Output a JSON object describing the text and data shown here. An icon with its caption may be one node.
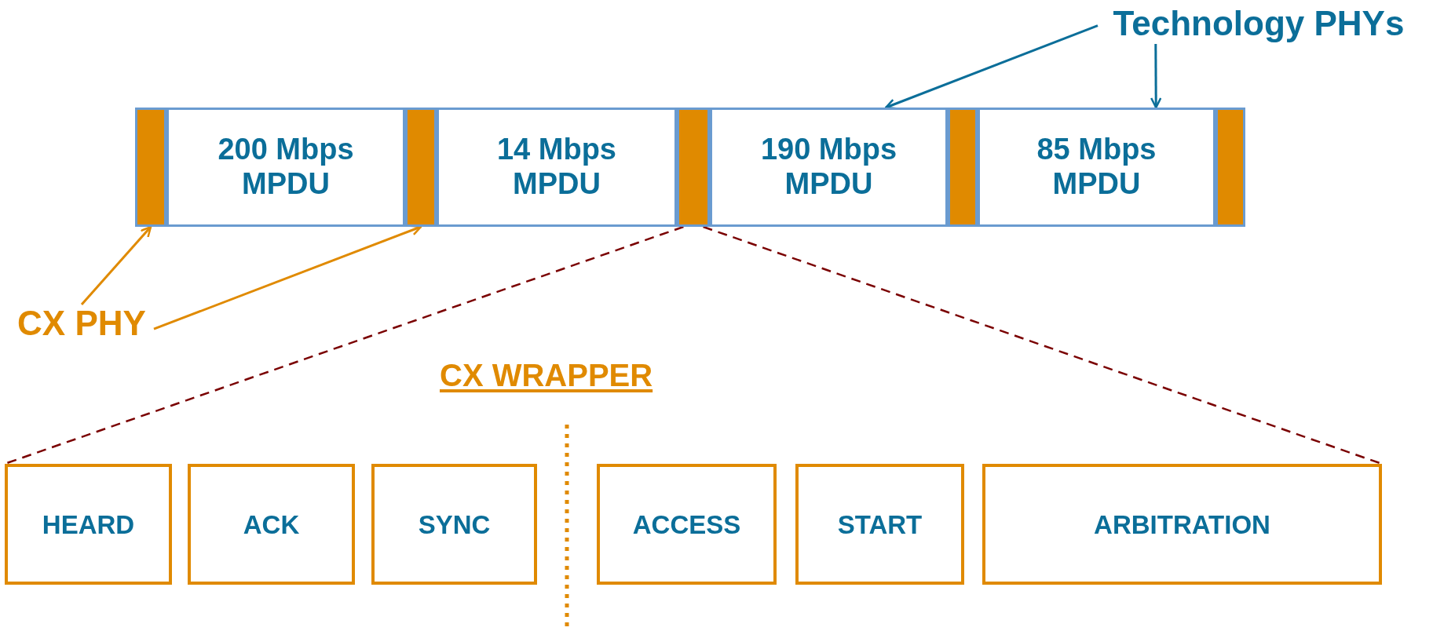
{
  "diagram": {
    "nodes": [
      {
        "text": [
          "Technology PHYs"
        ]
      },
      {
        "text": [],
        "shape": "bar"
      },
      {
        "text": [
          "200 Mbps MPDU"
        ]
      },
      {
        "text": [],
        "shape": "bar"
      },
      {
        "text": [
          "14 Mbps MPDU"
        ]
      },
      {
        "text": [],
        "shape": "bar"
      },
      {
        "text": [
          "190 Mbps MPDU"
        ]
      },
      {
        "text": [],
        "shape": "bar"
      },
      {
        "text": [
          "85 Mbps MPDU"
        ]
      },
      {
        "text": [],
        "shape": "bar"
      },
      {
        "text": [
          "CX PHY"
        ]
      },
      {
        "text": [
          "HEARD"
        ]
      },
      {
        "text": [
          "ACK"
        ]
      },
      {
        "text": [
          "SYNC"
        ]
      },
      {
        "text": [
          "ACCESS"
        ]
      },
      {
        "text": [
          "START"
        ]
      },
      {
        "text": [
          "ARBITRATION"
        ]
      }
    ],
    "edges": [
      {
        "from": 0,
        "to": 6,
        "arrow": "to",
        "color": "#0b6e99"
      },
      {
        "from": 0,
        "to": 8,
        "arrow": "to",
        "color": "#0b6e99"
      },
      {
        "from": 10,
        "to": 1,
        "arrow": "to",
        "color": "#e08a00"
      },
      {
        "from": 10,
        "to": 3,
        "arrow": "to",
        "color": "#e08a00"
      },
      {
        "from": 5,
        "to": 11,
        "arrow": "none",
        "style": "dashed",
        "color": "#7a0000"
      },
      {
        "from": 5,
        "to": 16,
        "arrow": "none",
        "style": "dashed",
        "color": "#7a0000"
      }
    ],
    "labels": [
      "CX WRAPPER"
    ]
  }
}
